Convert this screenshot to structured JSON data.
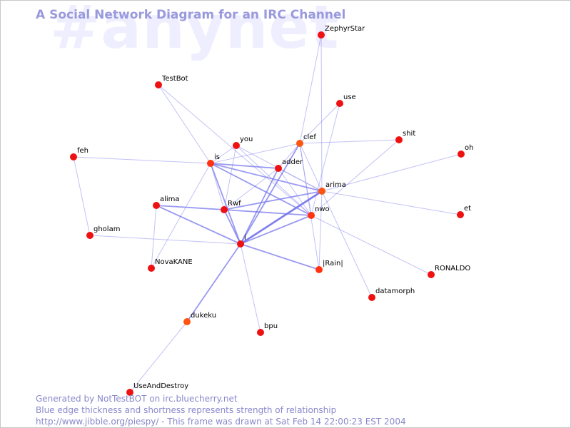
{
  "watermark": "#anynet",
  "title": "A Social Network Diagram for an IRC Channel",
  "footer": {
    "line1": "Generated by NotTestBOT on irc.bluecherry.net",
    "line2": "Blue edge thickness and shortness represents strength of relationship",
    "line3": "http://www.jibble.org/piespy/ - This frame was drawn at Sat Feb 14 22:00:23 EST 2004"
  },
  "colors": {
    "node_default": "#ee1111",
    "node_warm": "#ff5511",
    "edge": "#7777ee",
    "title": "#9999dd",
    "watermark": "#eeeeff"
  },
  "nodes": [
    {
      "id": "ZephyrStar",
      "label": "ZephyrStar",
      "color": "#ee1111"
    },
    {
      "id": "TestBot",
      "label": "TestBot",
      "color": "#ee1111"
    },
    {
      "id": "use",
      "label": "use",
      "color": "#ee1111"
    },
    {
      "id": "you",
      "label": "you",
      "color": "#ee1111"
    },
    {
      "id": "clef",
      "label": "clef",
      "color": "#ff5511"
    },
    {
      "id": "shit",
      "label": "shit",
      "color": "#ee1111"
    },
    {
      "id": "feh",
      "label": "feh",
      "color": "#ee1111"
    },
    {
      "id": "oh",
      "label": "oh",
      "color": "#ee1111"
    },
    {
      "id": "is",
      "label": "is",
      "color": "#ff3311"
    },
    {
      "id": "adder",
      "label": "adder",
      "color": "#ee1111"
    },
    {
      "id": "arima",
      "label": "arima",
      "color": "#ff5511"
    },
    {
      "id": "alima",
      "label": "alima",
      "color": "#ee1111"
    },
    {
      "id": "Rwf",
      "label": "Rwf",
      "color": "#ee1111"
    },
    {
      "id": "nwo",
      "label": "nwo",
      "color": "#ff3311"
    },
    {
      "id": "et",
      "label": "et",
      "color": "#ee1111"
    },
    {
      "id": "gholam",
      "label": "gholam",
      "color": "#ee1111"
    },
    {
      "id": "i",
      "label": "i",
      "color": "#ee1111"
    },
    {
      "id": "NovaKANE",
      "label": "NovaKANE",
      "color": "#ee1111"
    },
    {
      "id": "Rain",
      "label": "|Rain|",
      "color": "#ff3311"
    },
    {
      "id": "RONALDO",
      "label": "RONALDO",
      "color": "#ee1111"
    },
    {
      "id": "datamorph",
      "label": "datamorph",
      "color": "#ee1111"
    },
    {
      "id": "dukeku",
      "label": "dukeku",
      "color": "#ff5511"
    },
    {
      "id": "bpu",
      "label": "bpu",
      "color": "#ee1111"
    },
    {
      "id": "UseAndDestroy",
      "label": "UseAndDestroy",
      "color": "#ee1111"
    }
  ],
  "edges": [
    {
      "source": "ZephyrStar",
      "target": "clef",
      "weight": 1
    },
    {
      "source": "ZephyrStar",
      "target": "arima",
      "weight": 1
    },
    {
      "source": "TestBot",
      "target": "is",
      "weight": 1
    },
    {
      "source": "TestBot",
      "target": "nwo",
      "weight": 1
    },
    {
      "source": "use",
      "target": "clef",
      "weight": 1
    },
    {
      "source": "use",
      "target": "nwo",
      "weight": 1
    },
    {
      "source": "you",
      "target": "is",
      "weight": 1
    },
    {
      "source": "you",
      "target": "Rwf",
      "weight": 1
    },
    {
      "source": "you",
      "target": "arima",
      "weight": 1
    },
    {
      "source": "you",
      "target": "nwo",
      "weight": 1
    },
    {
      "source": "clef",
      "target": "is",
      "weight": 1
    },
    {
      "source": "clef",
      "target": "shit",
      "weight": 1
    },
    {
      "source": "clef",
      "target": "adder",
      "weight": 1
    },
    {
      "source": "clef",
      "target": "arima",
      "weight": 1
    },
    {
      "source": "clef",
      "target": "nwo",
      "weight": 1
    },
    {
      "source": "clef",
      "target": "i",
      "weight": 2
    },
    {
      "source": "clef",
      "target": "Rain",
      "weight": 1
    },
    {
      "source": "shit",
      "target": "nwo",
      "weight": 1
    },
    {
      "source": "feh",
      "target": "is",
      "weight": 1
    },
    {
      "source": "feh",
      "target": "gholam",
      "weight": 1
    },
    {
      "source": "oh",
      "target": "arima",
      "weight": 1
    },
    {
      "source": "is",
      "target": "adder",
      "weight": 2
    },
    {
      "source": "is",
      "target": "arima",
      "weight": 2
    },
    {
      "source": "is",
      "target": "nwo",
      "weight": 2
    },
    {
      "source": "is",
      "target": "Rwf",
      "weight": 1
    },
    {
      "source": "is",
      "target": "i",
      "weight": 2
    },
    {
      "source": "is",
      "target": "NovaKANE",
      "weight": 1
    },
    {
      "source": "adder",
      "target": "arima",
      "weight": 1
    },
    {
      "source": "adder",
      "target": "nwo",
      "weight": 1
    },
    {
      "source": "adder",
      "target": "i",
      "weight": 2
    },
    {
      "source": "adder",
      "target": "Rwf",
      "weight": 1
    },
    {
      "source": "arima",
      "target": "et",
      "weight": 1
    },
    {
      "source": "arima",
      "target": "Rwf",
      "weight": 2
    },
    {
      "source": "arima",
      "target": "i",
      "weight": 3
    },
    {
      "source": "arima",
      "target": "Rain",
      "weight": 1
    },
    {
      "source": "arima",
      "target": "datamorph",
      "weight": 1
    },
    {
      "source": "alima",
      "target": "Rwf",
      "weight": 2
    },
    {
      "source": "alima",
      "target": "i",
      "weight": 2
    },
    {
      "source": "alima",
      "target": "NovaKANE",
      "weight": 1
    },
    {
      "source": "Rwf",
      "target": "nwo",
      "weight": 2
    },
    {
      "source": "Rwf",
      "target": "i",
      "weight": 2
    },
    {
      "source": "nwo",
      "target": "i",
      "weight": 2
    },
    {
      "source": "nwo",
      "target": "RONALDO",
      "weight": 1
    },
    {
      "source": "gholam",
      "target": "i",
      "weight": 1
    },
    {
      "source": "i",
      "target": "Rain",
      "weight": 2
    },
    {
      "source": "i",
      "target": "dukeku",
      "weight": 2
    },
    {
      "source": "i",
      "target": "bpu",
      "weight": 1
    },
    {
      "source": "dukeku",
      "target": "UseAndDestroy",
      "weight": 1
    }
  ]
}
